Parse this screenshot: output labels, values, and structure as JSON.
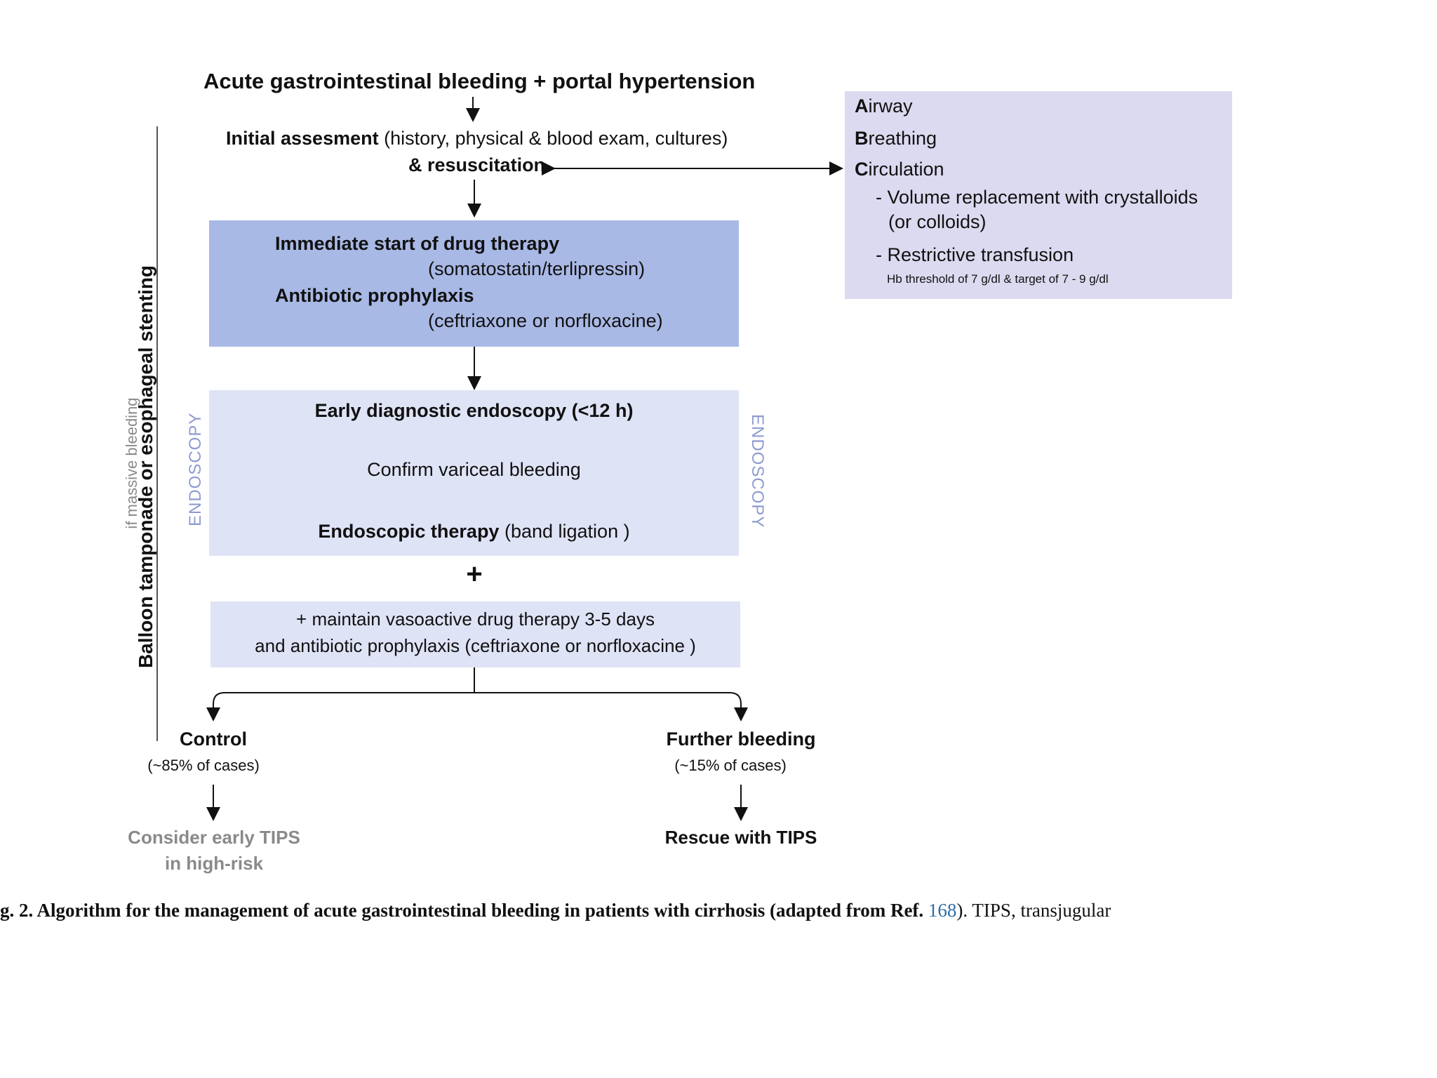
{
  "title": "Acute gastrointestinal bleeding + portal hypertension",
  "assessment": {
    "bold": "Initial assesment",
    "detail": "(history, physical & blood exam, cultures)",
    "resuscitation": "& resuscitation"
  },
  "abc_box": {
    "airway_letter": "A",
    "airway_rest": "irway",
    "breathing_letter": "B",
    "breathing_rest": "reathing",
    "circulation_letter": "C",
    "circulation_rest": "irculation",
    "item1_line1": "- Volume replacement with crystalloids",
    "item1_line2": "(or colloids)",
    "item2": "- Restrictive transfusion",
    "item2_note": "Hb threshold of 7 g/dl & target of 7 - 9 g/dl"
  },
  "drug_box": {
    "line1": "Immediate start of drug therapy",
    "line2": "(somatostatin/terlipressin)",
    "line3": "Antibiotic prophylaxis",
    "line4": "(ceftriaxone or norfloxacine)"
  },
  "endoscopy_box": {
    "step1": "Early diagnostic endoscopy (<12 h)",
    "step2": "Confirm variceal bleeding",
    "step3_bold": "Endoscopic therapy",
    "step3_detail": "(band ligation )",
    "side_label_left": "ENDOSCOPY",
    "side_label_right": "ENDOSCOPY"
  },
  "plus": "+",
  "maintain_box": {
    "line1": "+ maintain vasoactive drug therapy 3-5 days",
    "line2": "and antibiotic prophylaxis (ceftriaxone or norfloxacine )"
  },
  "outcomes": {
    "left_title": "Control",
    "left_pct": "(~85% of cases)",
    "left_next_line1": "Consider early TIPS",
    "left_next_line2": "in high-risk",
    "right_title": "Further bleeding",
    "right_pct": "(~15% of cases)",
    "right_next": "Rescue with TIPS"
  },
  "side": {
    "balloon": "Balloon tamponade or esophageal stenting",
    "massive": "if massive bleeding"
  },
  "caption": {
    "text_before": "g. 2. Algorithm for the management of acute gastrointestinal bleeding in patients with cirrhosis (adapted from Ref.",
    "ref": "168",
    "text_after": "). TIPS, transjugular"
  },
  "colors": {
    "drug_box": "#a9b9e6",
    "abc_box": "#dcdaf0",
    "endo_box": "#dfe3f6",
    "endo_label": "#8e9ad0"
  }
}
